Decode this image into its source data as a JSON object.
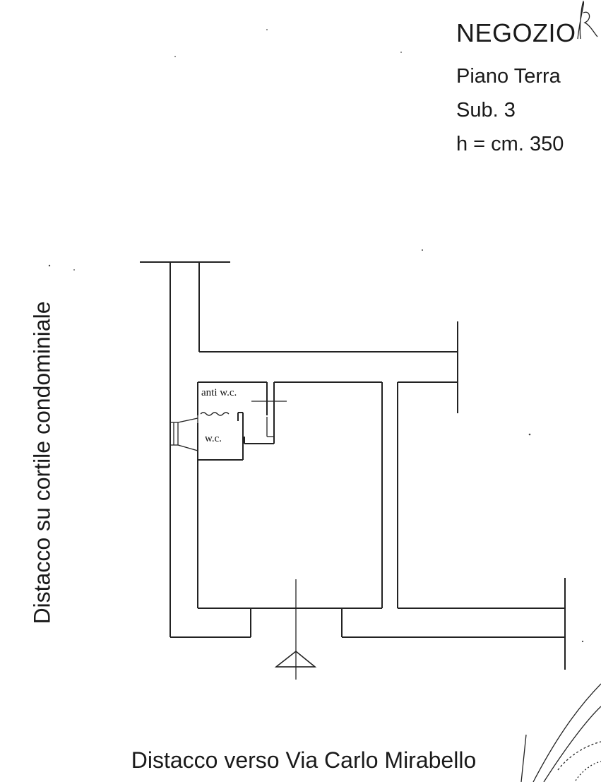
{
  "header": {
    "title": "NEGOZIO",
    "floor": "Piano Terra",
    "sub": "Sub. 3",
    "height": "h = cm. 350"
  },
  "rooms": {
    "anti_wc": "anti w.c.",
    "wc": "w.c."
  },
  "labels": {
    "side": "Distacco su cortile condominiale",
    "bottom": "Distacco verso Via Carlo Mirabello"
  }
}
